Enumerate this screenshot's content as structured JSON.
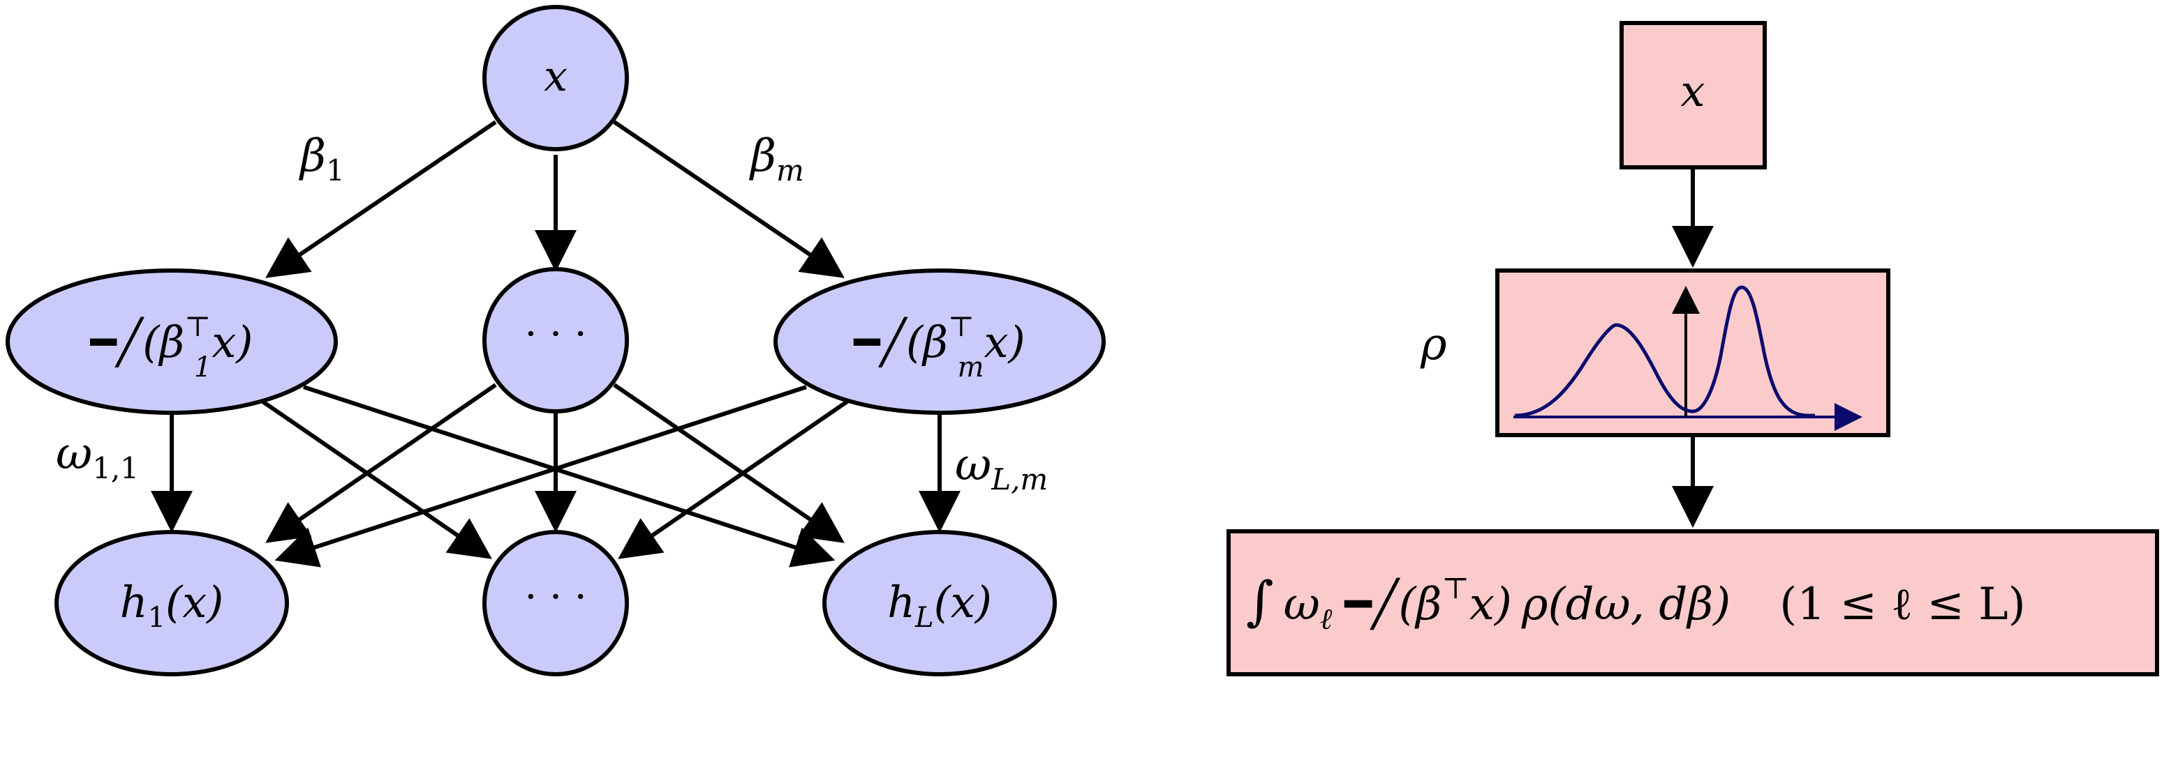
{
  "colors": {
    "node_fill": "#cbcbfb",
    "box_fill": "#fbcbcb",
    "stroke": "#000000",
    "density_curve": "#0b0b6e"
  },
  "left_network": {
    "input_node": "x",
    "hidden_nodes": [
      {
        "relu_glyph": "━╱",
        "expr": "(β",
        "sub": "1",
        "sup": "⊤",
        "tail": "x)"
      },
      {
        "expr": "· · ·"
      },
      {
        "relu_glyph": "━╱",
        "expr": "(β",
        "sub": "m",
        "sup": "⊤",
        "tail": "x)"
      }
    ],
    "output_nodes": [
      {
        "base": "h",
        "sub": "1",
        "tail": "(x)"
      },
      {
        "expr": "· · ·"
      },
      {
        "base": "h",
        "sub": "L",
        "tail": "(x)"
      }
    ],
    "edge_labels": {
      "beta_1": {
        "base": "β",
        "sub": "1"
      },
      "beta_m": {
        "base": "β",
        "sub": "m"
      },
      "omega_11": {
        "base": "ω",
        "sub": "1,1"
      },
      "omega_Lm": {
        "base": "ω",
        "sub": "L,m"
      }
    }
  },
  "right_model": {
    "input_box": "x",
    "rho_label": "ρ",
    "density_icon": "bimodal-density-plot",
    "output_box": {
      "integral": "∫",
      "omega": "ω",
      "omega_sub": "ℓ",
      "relu_glyph": "━╱",
      "inner": "(β",
      "inner_sup": "⊤",
      "inner_tail": "x)",
      "measure": "ρ(dω, dβ)",
      "range": "(1 ≤ ℓ ≤ L)"
    }
  }
}
